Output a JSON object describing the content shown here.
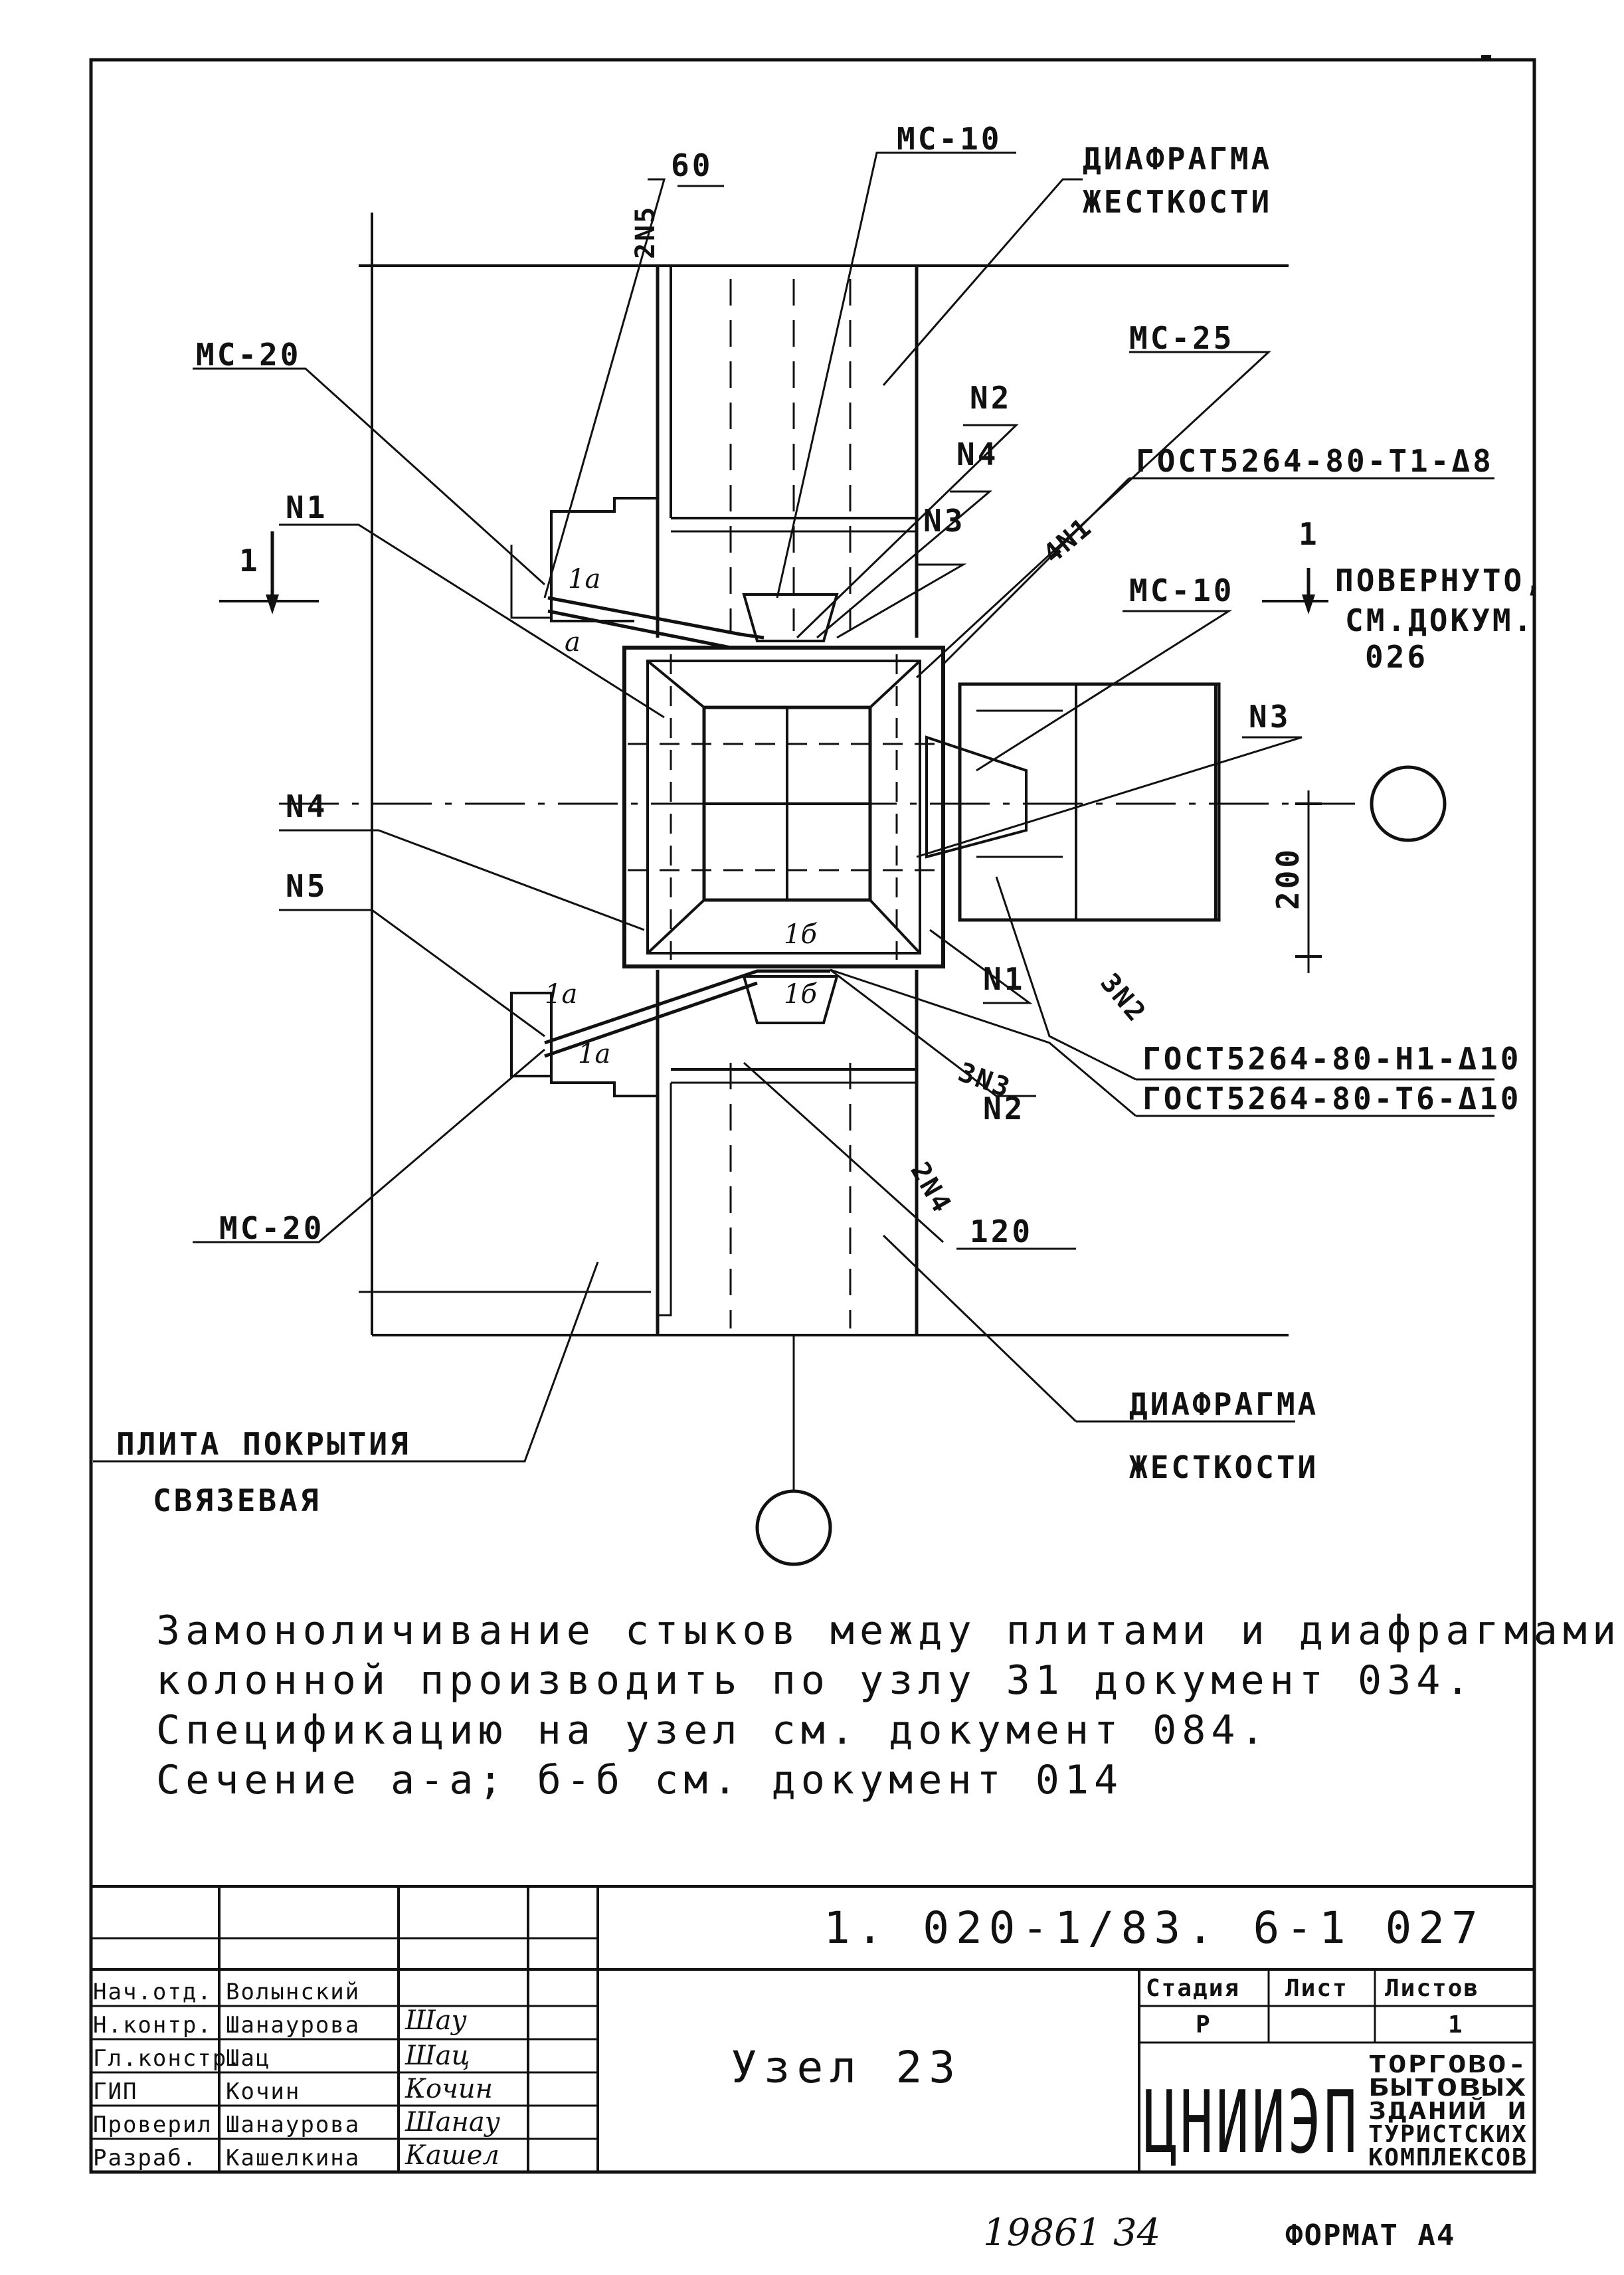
{
  "drawing": {
    "labels": {
      "mc10_top": "МС-10",
      "diaphragm_top_1": "ДИАФРАГМА",
      "diaphragm_top_2": "ЖЕСТКОСТИ",
      "n2n5": "2N5",
      "dim_60": "60",
      "mc20_top": "МС-20",
      "mc25": "МС-25",
      "n2_top": "N2",
      "n4_top": "N4",
      "gost_t1": "ГОСТ5264-80-Т1-Δ8",
      "n3_top": "N3",
      "n4n1": "4N1",
      "n1_left": "N1",
      "section_1": "1",
      "section_1_right": "1",
      "rotated_1": "ПОВЕРНУТО,",
      "rotated_2": "СМ.ДОКУМ.",
      "rotated_3": "026",
      "mc10_right": "МС-10",
      "la_top": "1а",
      "a_top": "а",
      "n3_right": "N3",
      "n4_left": "N4",
      "dim_200": "200",
      "n5": "N5",
      "sec_1b_top": "1б",
      "sec_1b_bot": "1б",
      "n1_right": "N1",
      "la_bot1": "1а",
      "la_bot2": "1а",
      "n3n2": "3N2",
      "gost_h1": "ГОСТ5264-80-Н1-Δ10",
      "n3n3": "3N3",
      "n2_bot": "N2",
      "gost_t6": "ГОСТ5264-80-Т6-Δ10",
      "mc20_bot": "МС-20",
      "n2n4": "2N4",
      "dim_120": "120",
      "slab_1": "ПЛИТА ПОКРЫТИЯ",
      "slab_2": "СВЯЗЕВАЯ",
      "diaphragm_bot_1": "ДИАФРАГМА",
      "diaphragm_bot_2": "ЖЕСТКОСТИ"
    }
  },
  "notes": [
    "Замоноличивание стыков между плитами и диафрагмами или",
    "колонной производить по узлу 31 документ 034.",
    "Спецификацию на узел см. документ 084.",
    "Сечение а-а; б-б см. документ 014"
  ],
  "title_block": {
    "code": "1. 020-1/83. 6-1 027",
    "roles": [
      "Нач.отд.",
      "Н.контр.",
      "Гл.констр.",
      "ГИП",
      "Проверил",
      "Разраб."
    ],
    "names": [
      "Волынский",
      "Шанаурова",
      "Шац",
      "Кочин",
      "Шанаурова",
      "Кашелкина"
    ],
    "signatures": [
      "Шау",
      "Шац",
      "Кочин",
      "Шанау",
      "Кашел"
    ],
    "node_title": "Узел 23",
    "stage_header": "Стадия",
    "sheet_header": "Лист",
    "sheets_header": "Листов",
    "stage_value": "Р",
    "sheets_value": "1",
    "org_logo": "ЦНИИЭП",
    "org_name": [
      "ТОРГОВО-",
      "БЫТОВЫХ",
      "ЗДАНИЙ И",
      "ТУРИСТСКИХ",
      "КОМПЛЕКСОВ"
    ]
  },
  "footer": {
    "number": "19861 34",
    "format": "ФОРМАТ А4"
  }
}
